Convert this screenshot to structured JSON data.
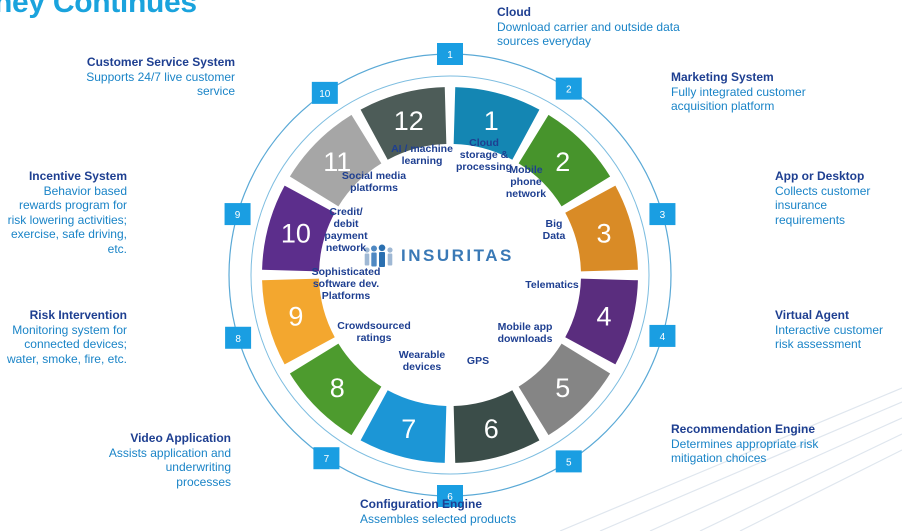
{
  "title": "ney Continues",
  "logo_text": "INSURITAS",
  "segments": [
    {
      "num": "1",
      "color": "#1486b3"
    },
    {
      "num": "2",
      "color": "#47942c"
    },
    {
      "num": "3",
      "color": "#d98b26"
    },
    {
      "num": "4",
      "color": "#5a2d7e"
    },
    {
      "num": "5",
      "color": "#858585"
    },
    {
      "num": "6",
      "color": "#3b4d49"
    },
    {
      "num": "7",
      "color": "#1c96d6"
    },
    {
      "num": "8",
      "color": "#4d9b2e"
    },
    {
      "num": "9",
      "color": "#f3a72f"
    },
    {
      "num": "10",
      "color": "#5c2e8c"
    },
    {
      "num": "11",
      "color": "#a6a6a6"
    },
    {
      "num": "12",
      "color": "#4d5c58"
    }
  ],
  "outer_badges": [
    "1",
    "2",
    "3",
    "4",
    "5",
    "6",
    "7",
    "8",
    "9",
    "10"
  ],
  "systems": [
    {
      "title": "Cloud",
      "desc": "Download carrier and outside data sources everyday"
    },
    {
      "title": "Marketing System",
      "desc": "Fully integrated customer acquisition platform"
    },
    {
      "title": "App or Desktop",
      "desc": "Collects customer insurance requirements"
    },
    {
      "title": "Virtual Agent",
      "desc": "Interactive customer risk assessment"
    },
    {
      "title": "Recommendation Engine",
      "desc": "Determines appropriate risk mitigation choices"
    },
    {
      "title": "Configuration Engine",
      "desc": "Assembles selected products"
    },
    {
      "title": "Video Application",
      "desc": "Assists application and underwriting processes"
    },
    {
      "title": "Risk Intervention",
      "desc": "Monitoring system for connected devices; water, smoke, fire, etc."
    },
    {
      "title": "Incentive System",
      "desc": "Behavior based rewards program for risk lowering activities; exercise, safe driving, etc."
    },
    {
      "title": "Customer Service System",
      "desc": "Supports 24/7 live customer service"
    }
  ],
  "technologies": [
    {
      "text": "Cloud\nstorage &\nprocessing"
    },
    {
      "text": "Mobile\nphone\nnetwork"
    },
    {
      "text": "Big\nData"
    },
    {
      "text": "Telematics"
    },
    {
      "text": "Mobile app\ndownloads"
    },
    {
      "text": "GPS"
    },
    {
      "text": "Wearable\ndevices"
    },
    {
      "text": "Crowdsourced\nratings"
    },
    {
      "text": "Sophisticated\nsoftware dev.\nPlatforms"
    },
    {
      "text": "Credit/\ndebit\npayment\nnetwork"
    },
    {
      "text": "Social media\nplatforms"
    },
    {
      "text": "AI / machine\nlearning"
    }
  ]
}
